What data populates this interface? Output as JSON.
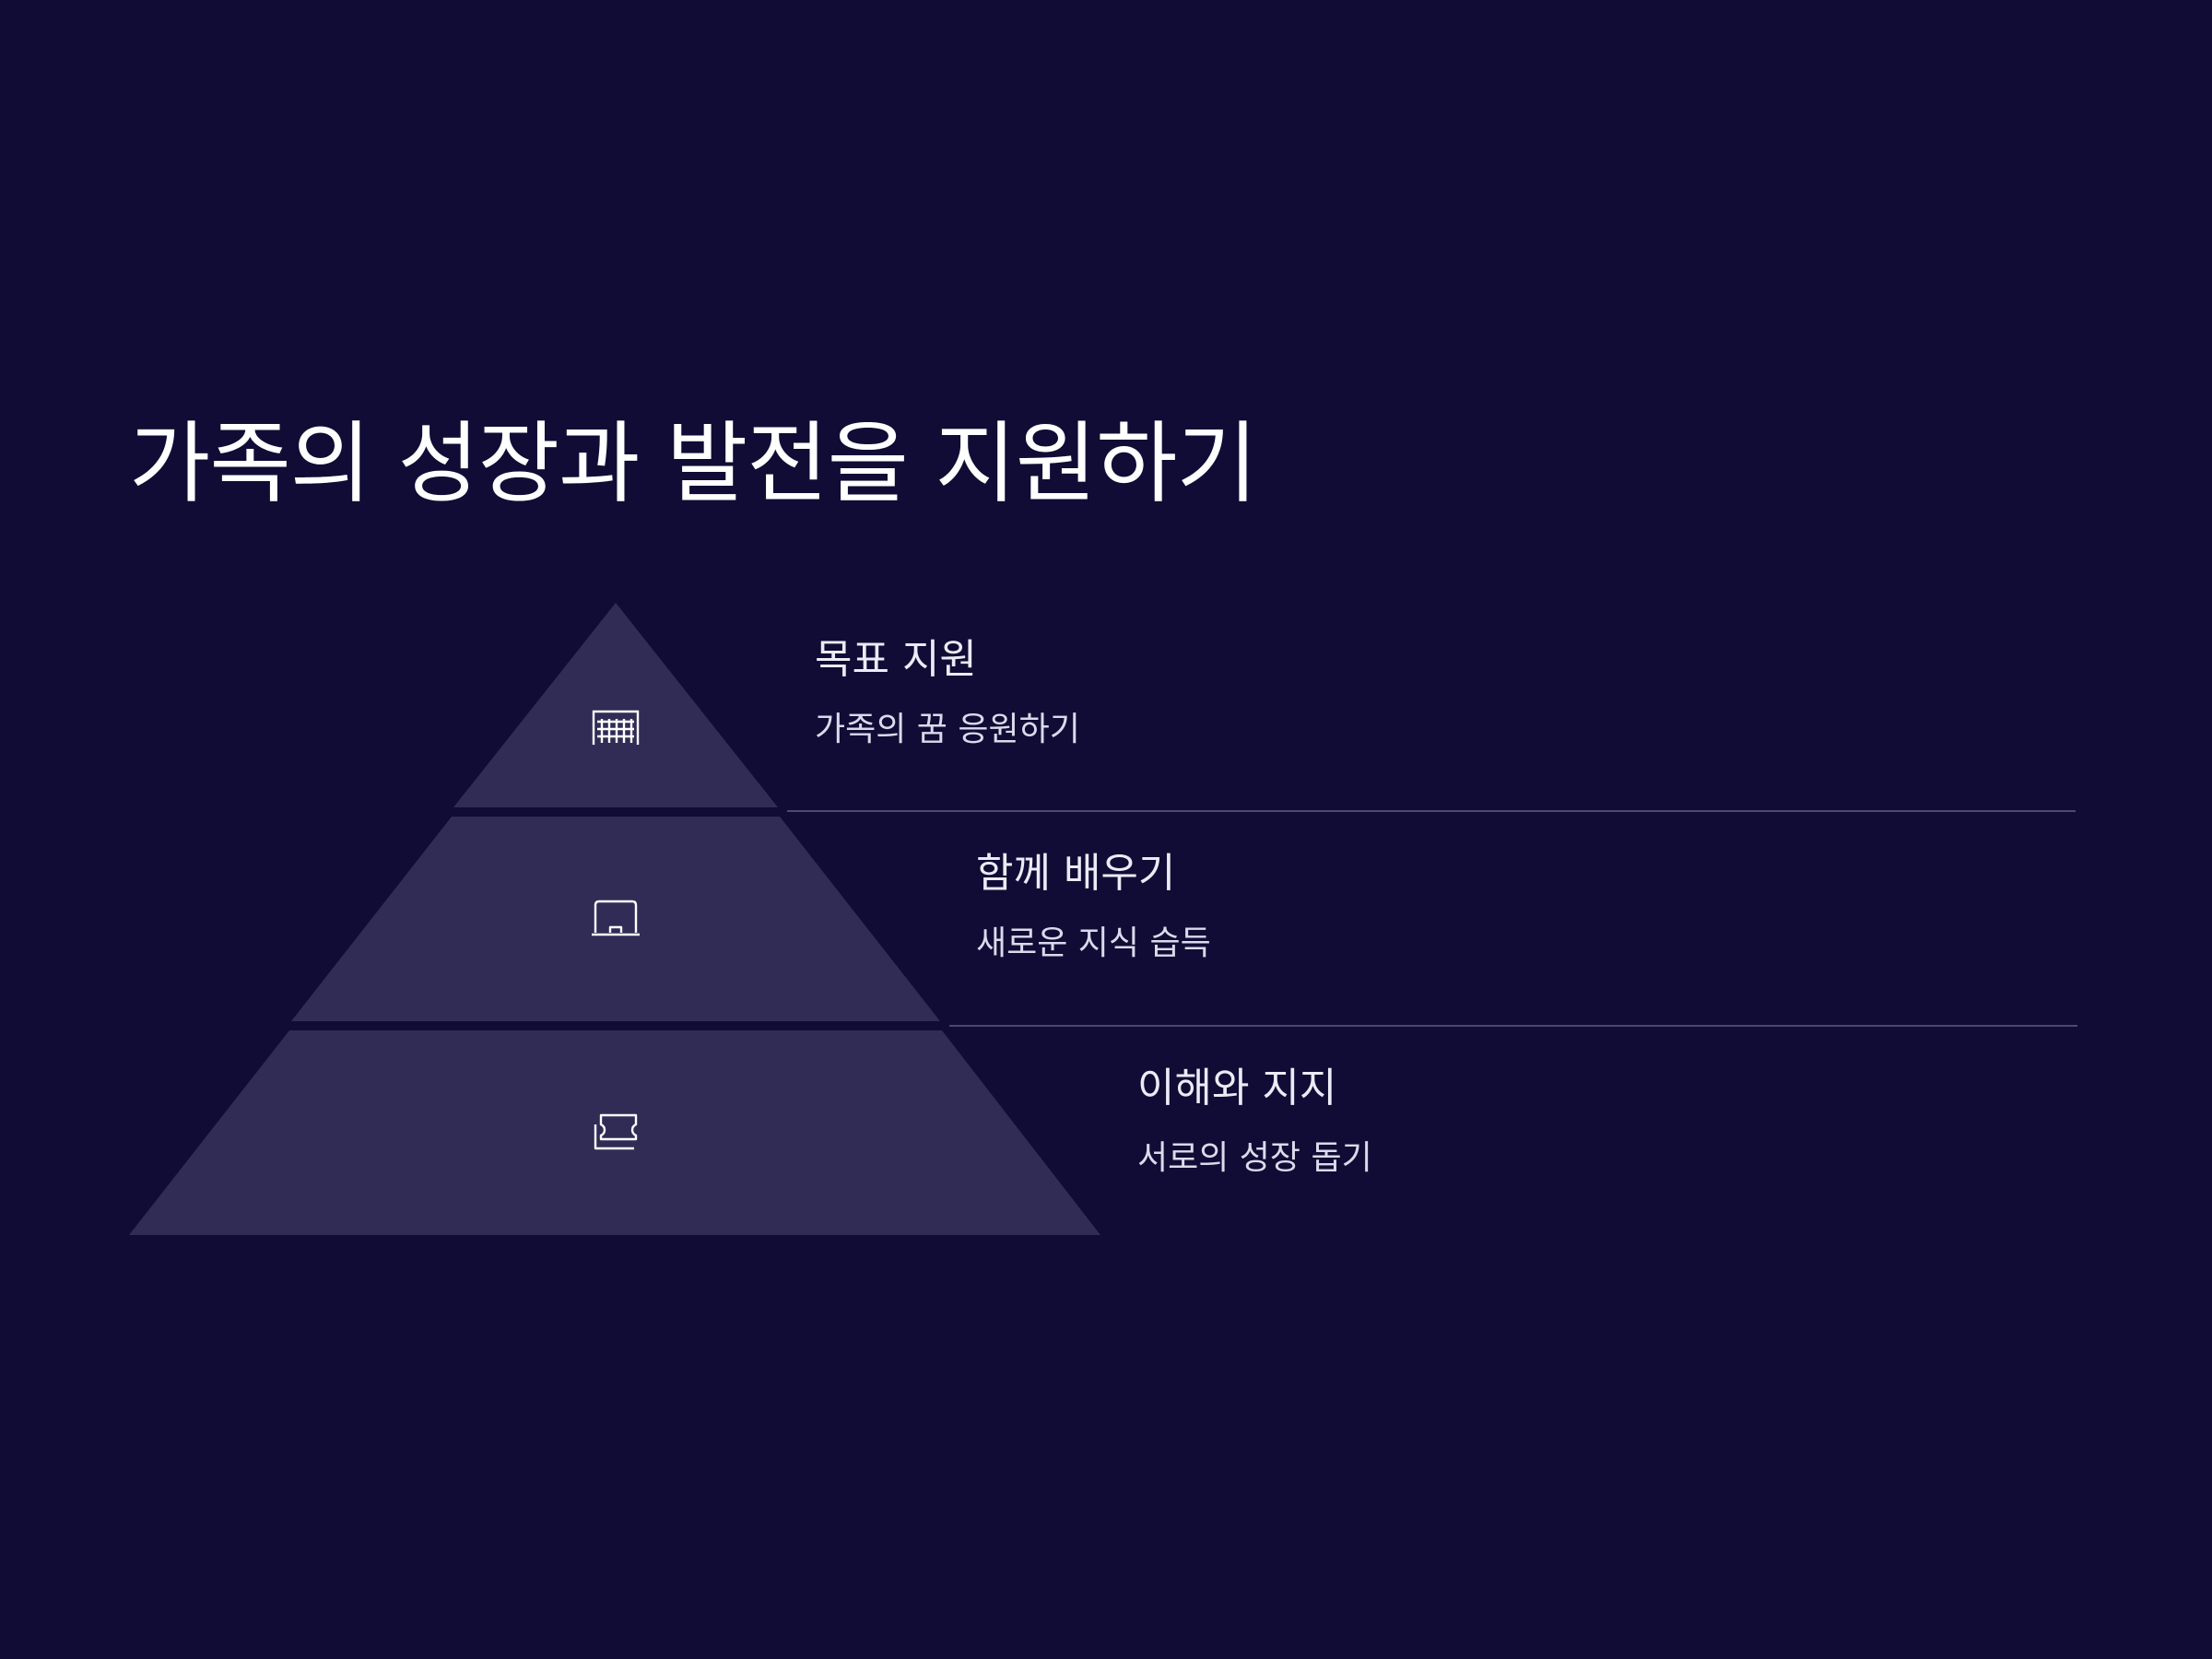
{
  "slide": {
    "title": "가족의 성장과 발전을 지원하기"
  },
  "colors": {
    "background": "#100c35",
    "tier_fill": "#312c55",
    "divider": "#4c4870",
    "text": "#ffffff"
  },
  "tiers": [
    {
      "icon": "grid-icon",
      "heading": "목표 지원",
      "description": "가족의 꿈 응원하기"
    },
    {
      "icon": "laptop-icon",
      "heading": "함께 배우기",
      "description": "새로운 지식 습득"
    },
    {
      "icon": "ticket-icon",
      "heading": "이해와 지지",
      "description": "서로의 성장 돕기"
    }
  ]
}
